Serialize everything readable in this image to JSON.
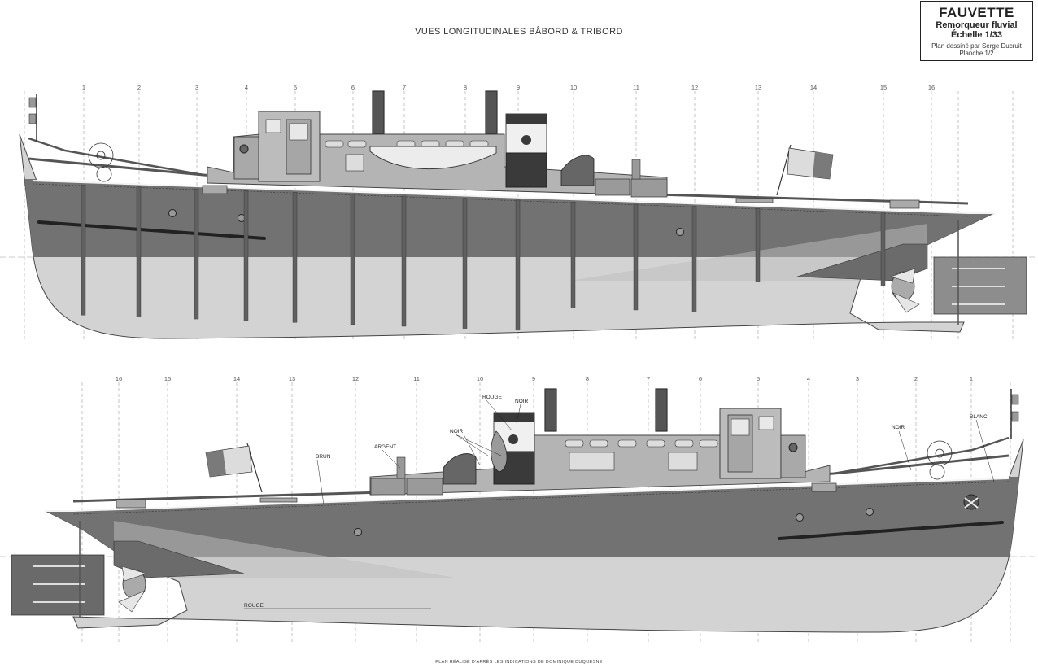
{
  "heading": "VUES LONGITUDINALES BÂBORD & TRIBORD",
  "title_block": {
    "name": "FAUVETTE",
    "type": "Remorqueur fluvial",
    "scale": "Échelle 1/33",
    "author": "Plan dessiné par Serge Ducruit",
    "sheet": "Planche 1/2"
  },
  "footer": "PLAN RÉALISÉ D'APRÈS LES INDICATIONS DE DOMINIQUE DUQUESNE",
  "top_view_frames": [
    "1",
    "2",
    "3",
    "4",
    "5",
    "6",
    "7",
    "8",
    "9",
    "10",
    "11",
    "12",
    "13",
    "14",
    "15",
    "16"
  ],
  "bottom_view_frames": [
    "16",
    "15",
    "14",
    "13",
    "12",
    "11",
    "10",
    "9",
    "8",
    "7",
    "6",
    "5",
    "4",
    "3",
    "2",
    "1"
  ],
  "callouts": {
    "rouge_stack": "ROUGE",
    "noir_stack": "NOIR",
    "noir_horns": "NOIR",
    "argent": "ARGENT",
    "brun": "BRUN",
    "noir_bow": "NOIR",
    "blanc": "BLANC",
    "rouge_hull": "ROUGE"
  },
  "colors": {
    "hull_dark": "#727272",
    "hull_light": "#d3d3d3",
    "superstructure": "#b4b4b4",
    "funnel_black": "#3a3a3a"
  }
}
